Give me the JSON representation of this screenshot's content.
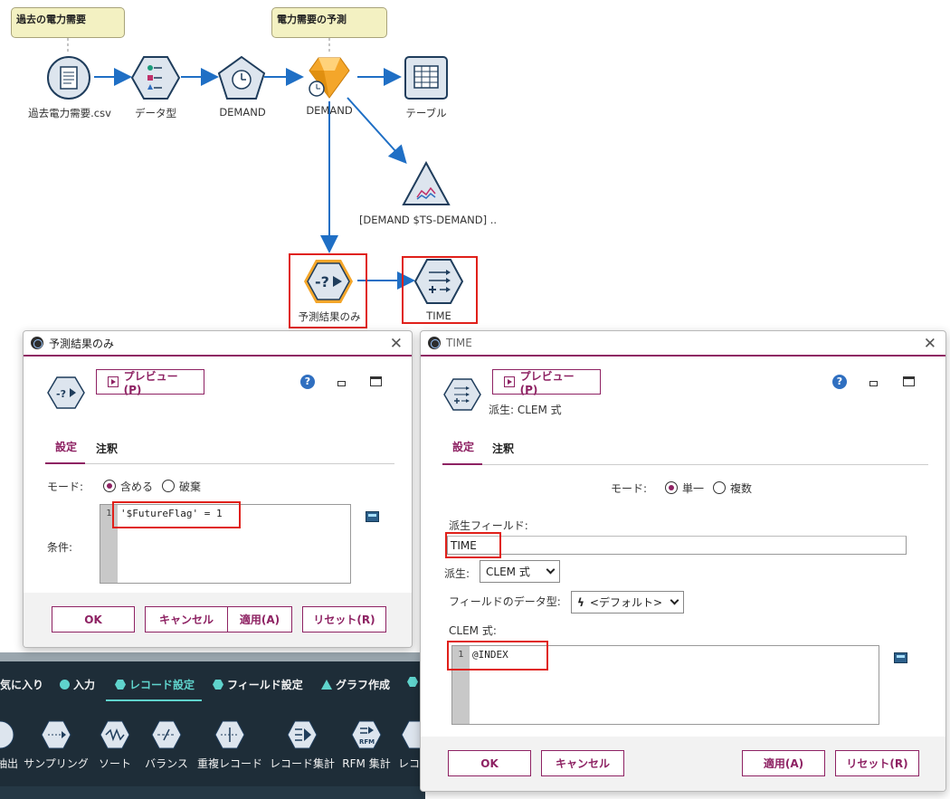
{
  "canvas": {
    "comments": {
      "history": "過去の電力需要",
      "forecast": "電力需要の予測"
    },
    "nodes": {
      "csv": "過去電力需要.csv",
      "type": "データ型",
      "demand_model": "DEMAND",
      "demand_nugget": "DEMAND",
      "table": "テーブル",
      "timeplot": "[DEMAND $TS-DEMAND] ..",
      "select": "予測結果のみ",
      "derive": "TIME"
    }
  },
  "dialog_select": {
    "title": "予測結果のみ",
    "preview_label": "プレビュー(P)",
    "tabs": [
      "設定",
      "注釈"
    ],
    "mode_label": "モード:",
    "mode_options": [
      "含める",
      "破棄"
    ],
    "mode_selected": "含める",
    "condition_label": "条件:",
    "condition_line": "1",
    "condition_code": "'$FutureFlag' = 1",
    "buttons": {
      "ok": "OK",
      "cancel": "キャンセル",
      "apply": "適用(A)",
      "reset": "リセット(R)"
    }
  },
  "dialog_derive": {
    "title": "TIME",
    "preview_label": "プレビュー(P)",
    "subtitle": "派生: CLEM 式",
    "tabs": [
      "設定",
      "注釈"
    ],
    "mode_label": "モード:",
    "mode_options": [
      "単一",
      "複数"
    ],
    "mode_selected": "単一",
    "derive_field_label": "派生フィールド:",
    "derive_field_value": "TIME",
    "derive_as_label": "派生:",
    "derive_as_value": "CLEM 式",
    "field_type_label": "フィールドのデータ型:",
    "field_type_value": "<デフォルト>",
    "clem_label": "CLEM 式:",
    "clem_line": "1",
    "clem_code": "@INDEX",
    "buttons": {
      "ok": "OK",
      "cancel": "キャンセル",
      "apply": "適用(A)",
      "reset": "リセット(R)"
    }
  },
  "palette": {
    "tabs": [
      "気に入り",
      "入力",
      "レコード設定",
      "フィールド設定",
      "グラフ作成"
    ],
    "active_tab": "レコード設定",
    "items": [
      "抽出",
      "サンプリング",
      "ソート",
      "バランス",
      "重複レコード",
      "レコード集計",
      "RFM 集計",
      "レコ"
    ],
    "rfm_icon_text": "RFM"
  },
  "colors": {
    "accent": "#8e2263",
    "highlight": "#e0201a",
    "node_fill": "#dde5ee",
    "node_stroke": "#1f3d5c",
    "palette_bg": "#1e2d38",
    "palette_active": "#5fd3cc",
    "connector": "#1f6fc5"
  }
}
